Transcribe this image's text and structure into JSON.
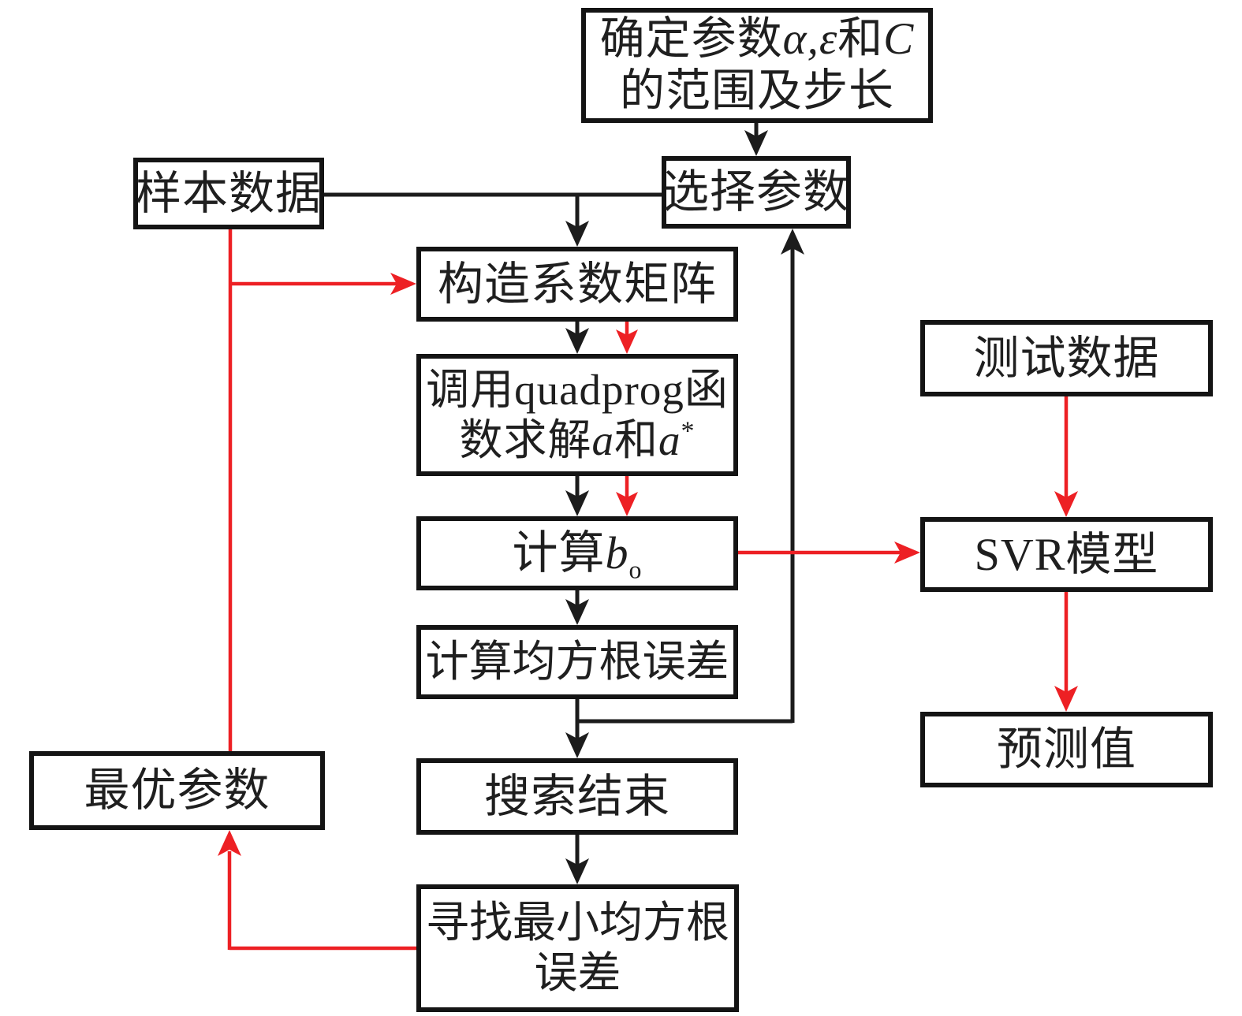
{
  "diagram_type": "flowchart",
  "colors": {
    "background": "#ffffff",
    "box_border": "#141414",
    "text": "#1f1f1f",
    "line_black": "#1c1c1c",
    "line_red": "#ed2024"
  },
  "nodes": {
    "determine_params": {
      "l1a": "确定参数",
      "l1b": "α,ε",
      "l1c": "和",
      "l1d": "C",
      "l2": "的范围及步长"
    },
    "sample_data": {
      "label": "样本数据"
    },
    "select_params": {
      "label": "选择参数"
    },
    "construct_matrix": {
      "label": "构造系数矩阵"
    },
    "quadprog": {
      "l1a": "调用",
      "l1b": "quadprog",
      "l1c": "函",
      "l2a": "数求解",
      "l2b": "a",
      "l2c": "和",
      "l2d": "a",
      "l2e": "*"
    },
    "compute_b0": {
      "a": "计算",
      "b": "b",
      "sub": "o"
    },
    "compute_rmse": {
      "label": "计算均方根误差"
    },
    "search_end": {
      "label": "搜索结束"
    },
    "find_min_rmse": {
      "l1": "寻找最小均方根",
      "l2": "误差"
    },
    "optimal_params": {
      "label": "最优参数"
    },
    "test_data": {
      "label": "测试数据"
    },
    "svr_model": {
      "label": "SVR模型"
    },
    "predicted_value": {
      "label": "预测值"
    }
  },
  "edges": [
    {
      "from": "determine_params",
      "to": "select_params",
      "color": "black"
    },
    {
      "from": "sample_data",
      "to": "select_params",
      "color": "black"
    },
    {
      "from": "sample_data",
      "to": "construct_matrix",
      "color": "black",
      "via": "junction on sample-select line"
    },
    {
      "from": "construct_matrix",
      "to": "quadprog",
      "color": "black"
    },
    {
      "from": "construct_matrix",
      "to": "quadprog",
      "color": "red"
    },
    {
      "from": "quadprog",
      "to": "compute_b0",
      "color": "black"
    },
    {
      "from": "quadprog",
      "to": "compute_b0",
      "color": "red"
    },
    {
      "from": "compute_b0",
      "to": "compute_rmse",
      "color": "black"
    },
    {
      "from": "compute_rmse",
      "to": "select_params",
      "color": "black",
      "via": "right feedback riser"
    },
    {
      "from": "compute_rmse",
      "to": "search_end",
      "color": "black"
    },
    {
      "from": "search_end",
      "to": "find_min_rmse",
      "color": "black"
    },
    {
      "from": "find_min_rmse",
      "to": "optimal_params",
      "color": "red"
    },
    {
      "from": "optimal_params",
      "to": "construct_matrix",
      "color": "red",
      "via": "shared riser with sample_data"
    },
    {
      "from": "sample_data",
      "to": "construct_matrix",
      "color": "red"
    },
    {
      "from": "compute_b0",
      "to": "svr_model",
      "color": "red"
    },
    {
      "from": "test_data",
      "to": "svr_model",
      "color": "red"
    },
    {
      "from": "svr_model",
      "to": "predicted_value",
      "color": "red"
    }
  ]
}
